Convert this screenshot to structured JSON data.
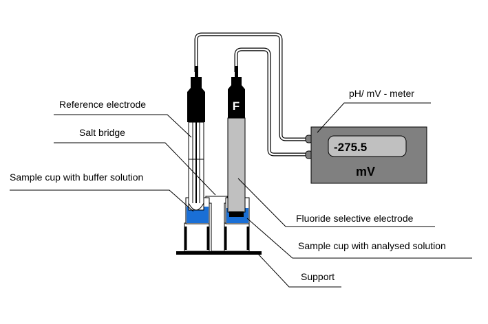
{
  "labels": {
    "reference_electrode": "Reference electrode",
    "salt_bridge": "Salt bridge",
    "sample_cup_buffer": "Sample cup with buffer solution",
    "meter": "pH/ mV - meter",
    "fluoride_electrode": "Fluoride selective electrode",
    "sample_cup_analysed": "Sample cup with analysed solution",
    "support": "Support"
  },
  "meter": {
    "reading": "-275.5",
    "unit": "mV"
  },
  "electrode_mark": "F",
  "colors": {
    "solution": "#1a6fd6",
    "meter_body": "#808080",
    "display": "#c0c0c0",
    "electrode_body": "#c0c0c0",
    "electrode_cap": "#000000"
  }
}
